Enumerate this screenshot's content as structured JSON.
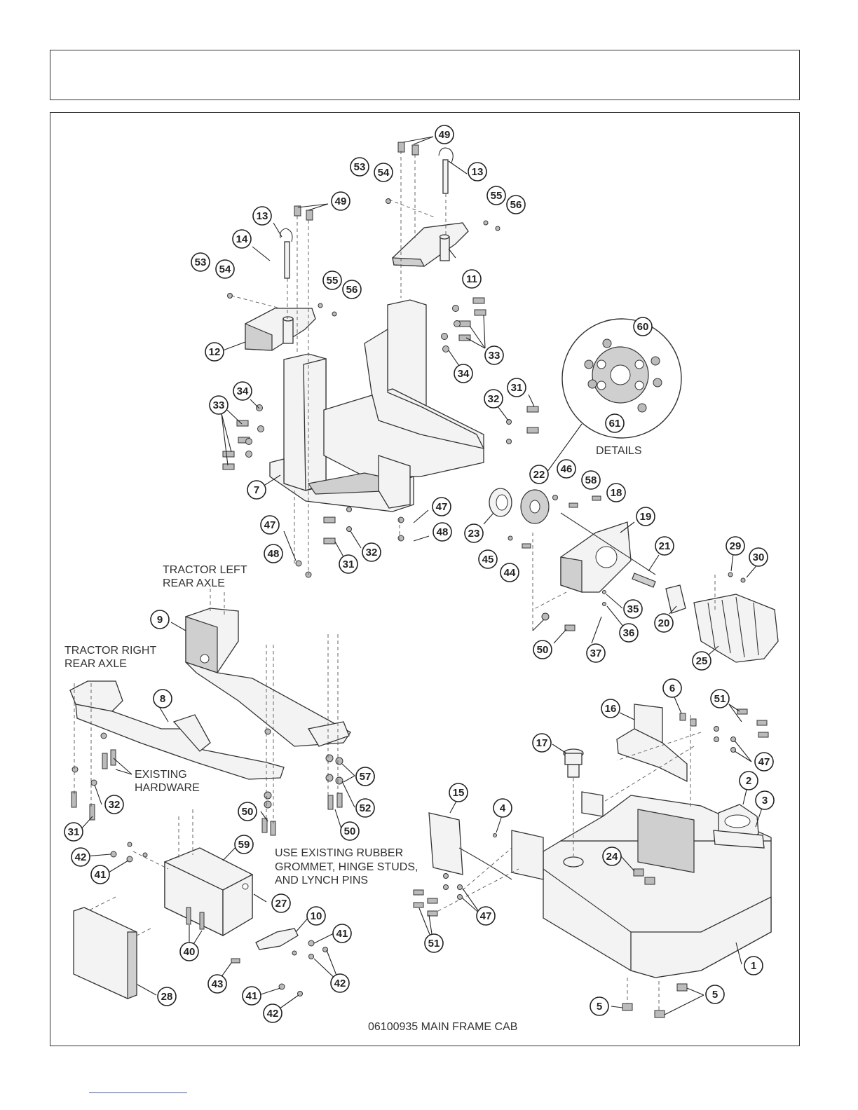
{
  "header": {
    "title": ""
  },
  "diagram": {
    "caption": "06100935 MAIN FRAME CAB",
    "notes": {
      "tractor_left": [
        "TRACTOR LEFT",
        "REAR AXLE"
      ],
      "tractor_right": [
        "TRACTOR RIGHT",
        "REAR AXLE"
      ],
      "existing_hardware": [
        "EXISTING",
        "HARDWARE"
      ],
      "use_existing": [
        "USE EXISTING RUBBER",
        "GROMMET, HINGE STUDS,",
        "AND LYNCH PINS"
      ],
      "details": "DETAILS"
    },
    "callouts": [
      "49",
      "53",
      "54",
      "13",
      "55",
      "56",
      "49",
      "13",
      "14",
      "53",
      "54",
      "11",
      "55",
      "56",
      "12",
      "33",
      "34",
      "60",
      "34",
      "33",
      "32",
      "31",
      "61",
      "7",
      "22",
      "46",
      "58",
      "18",
      "47",
      "23",
      "19",
      "47",
      "48",
      "48",
      "31",
      "32",
      "45",
      "44",
      "21",
      "29",
      "30",
      "9",
      "35",
      "20",
      "57",
      "36",
      "50",
      "37",
      "25",
      "8",
      "6",
      "51",
      "16",
      "17",
      "15",
      "47",
      "2",
      "3",
      "4",
      "32",
      "57",
      "52",
      "31",
      "50",
      "50",
      "24",
      "59",
      "42",
      "41",
      "27",
      "47",
      "51",
      "10",
      "41",
      "40",
      "43",
      "42",
      "41",
      "42",
      "28",
      "1",
      "5",
      "5"
    ]
  },
  "footer": {
    "link_text": ""
  }
}
